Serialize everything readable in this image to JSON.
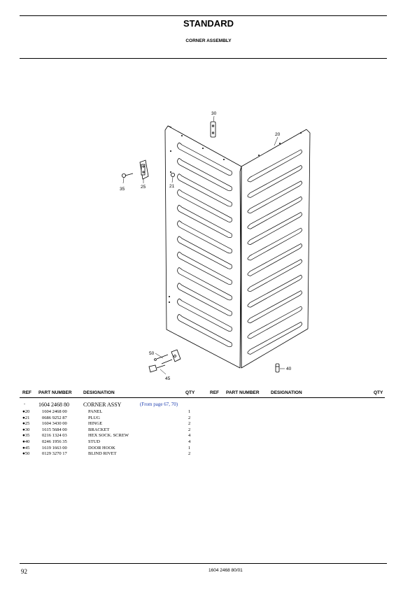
{
  "header": {
    "title": "STANDARD",
    "subtitle": "CORNER ASSEMBLY"
  },
  "diagram": {
    "callouts": [
      "30",
      "20",
      "35",
      "25",
      "21",
      "50",
      "45",
      "40"
    ]
  },
  "table": {
    "columns": [
      "REF",
      "PART NUMBER",
      "DESIGNATION",
      "QTY"
    ],
    "main_row": {
      "ref": "-",
      "part_number": "1604 2468 80",
      "designation": "CORNER ASSY",
      "note": "(From page 67, 70)"
    },
    "rows": [
      {
        "ref": "●20",
        "part_number": "1604 2468 00",
        "designation": "PANEL",
        "qty": "1"
      },
      {
        "ref": "●21",
        "part_number": "0686 9252 87",
        "designation": "PLUG",
        "qty": "2"
      },
      {
        "ref": "●25",
        "part_number": "1604 3430 00",
        "designation": "HINGE",
        "qty": "2"
      },
      {
        "ref": "●30",
        "part_number": "1615 5684 00",
        "designation": "BRACKET",
        "qty": "2"
      },
      {
        "ref": "●35",
        "part_number": "0216 1324 03",
        "designation": "HEX SOCK. SCREW",
        "qty": "4"
      },
      {
        "ref": "●40",
        "part_number": "0246 1956 35",
        "designation": "STUD",
        "qty": "4"
      },
      {
        "ref": "●45",
        "part_number": "1619 1663 00",
        "designation": "DOOR HOOK",
        "qty": "1"
      },
      {
        "ref": "●50",
        "part_number": "0129 3270 17",
        "designation": "BLIND RIVET",
        "qty": "2"
      }
    ]
  },
  "footer": {
    "page_number": "92",
    "doc_number": "1604 2468 80/01"
  }
}
